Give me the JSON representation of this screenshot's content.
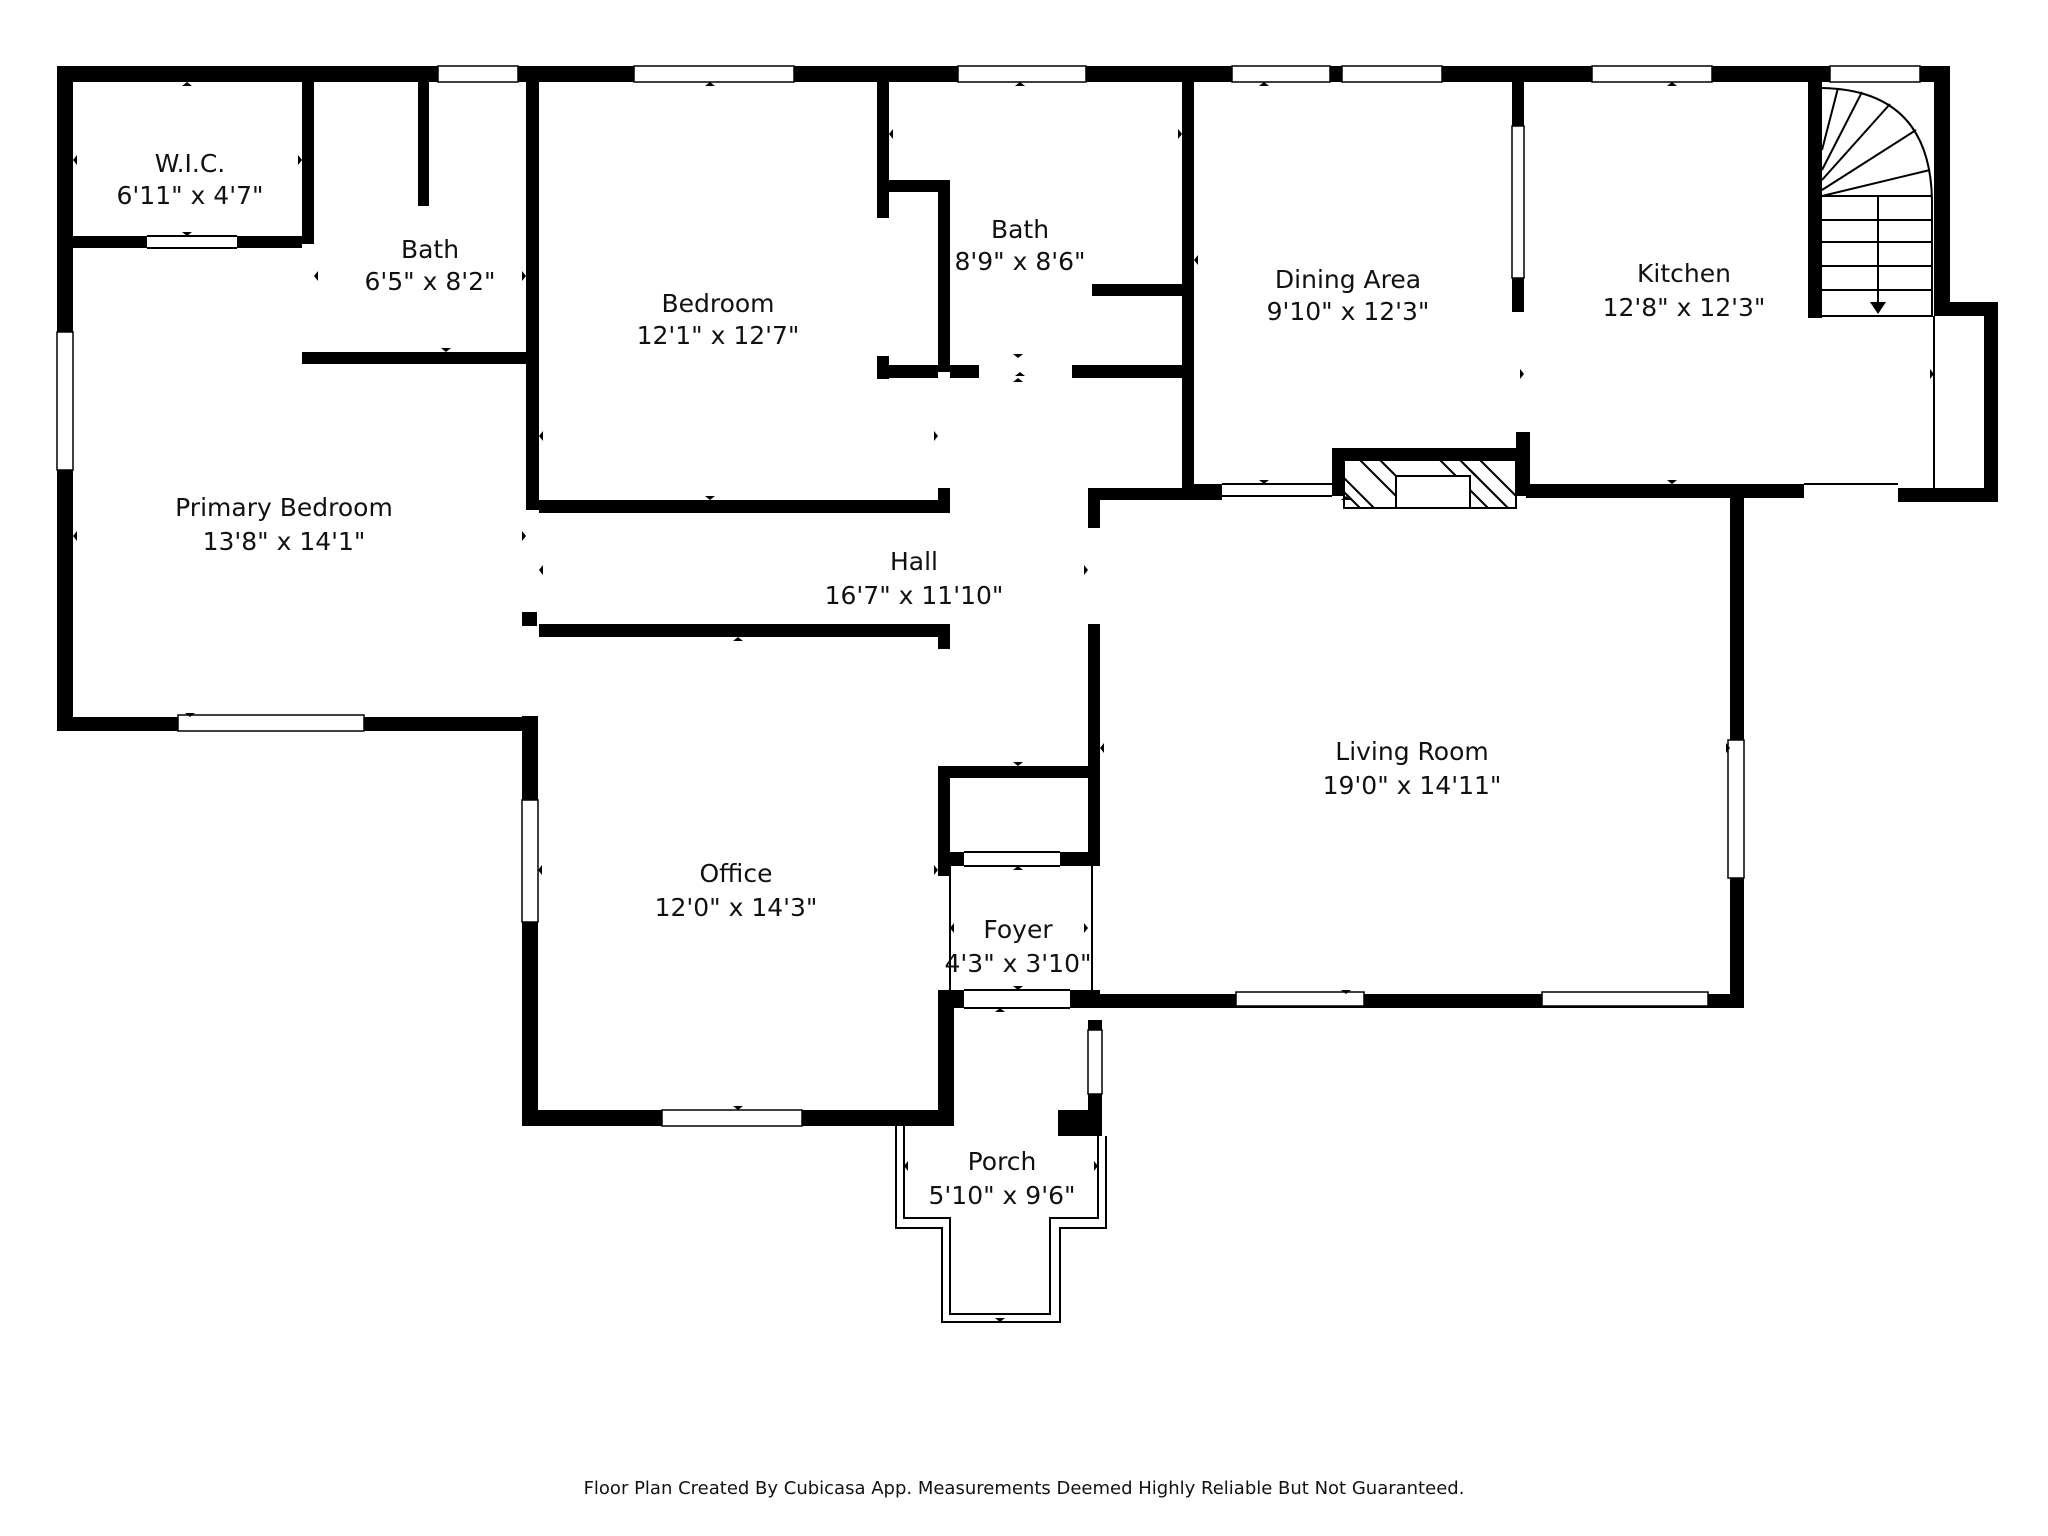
{
  "colors": {
    "wall": "#000000",
    "background": "#ffffff",
    "text": "#111111"
  },
  "rooms": {
    "wic": {
      "name": "W.I.C.",
      "dim": "6'11\" x 4'7\""
    },
    "bath1": {
      "name": "Bath",
      "dim": "6'5\" x 8'2\""
    },
    "bedroom": {
      "name": "Bedroom",
      "dim": "12'1\" x 12'7\""
    },
    "bath2": {
      "name": "Bath",
      "dim": "8'9\" x 8'6\""
    },
    "dining": {
      "name": "Dining Area",
      "dim": "9'10\" x 12'3\""
    },
    "kitchen": {
      "name": "Kitchen",
      "dim": "12'8\" x 12'3\""
    },
    "primary": {
      "name": "Primary Bedroom",
      "dim": "13'8\" x 14'1\""
    },
    "hall": {
      "name": "Hall",
      "dim": "16'7\" x 11'10\""
    },
    "living": {
      "name": "Living Room",
      "dim": "19'0\" x 14'11\""
    },
    "office": {
      "name": "Office",
      "dim": "12'0\" x 14'3\""
    },
    "foyer": {
      "name": "Foyer",
      "dim": "4'3\" x 3'10\""
    },
    "porch": {
      "name": "Porch",
      "dim": "5'10\" x 9'6\""
    }
  },
  "footer": "Floor Plan Created By Cubicasa App. Measurements Deemed Highly Reliable But Not Guaranteed."
}
